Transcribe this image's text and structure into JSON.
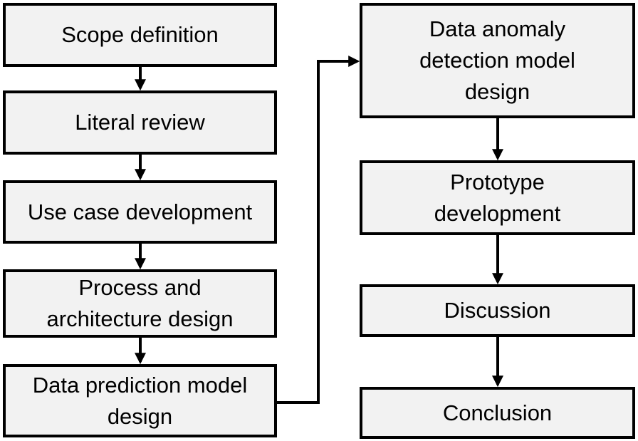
{
  "diagram": {
    "left_column": {
      "steps": [
        {
          "label": "Scope definition"
        },
        {
          "label": "Literal review"
        },
        {
          "label": "Use case development"
        },
        {
          "label": "Process and architecture design"
        },
        {
          "label": "Data prediction model design"
        }
      ]
    },
    "right_column": {
      "steps": [
        {
          "label": "Data anomaly detection model design"
        },
        {
          "label": "Prototype development"
        },
        {
          "label": "Discussion"
        },
        {
          "label": "Conclusion"
        }
      ]
    }
  }
}
